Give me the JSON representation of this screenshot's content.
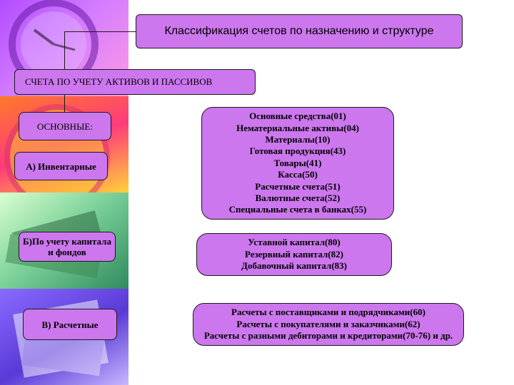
{
  "title": "Классификация счетов по назначению и структуре",
  "main_group": "СЧЕТА ПО УЧЕТУ АКТИВОВ И ПАССИВОВ",
  "left": {
    "basic": "ОСНОВНЫЕ:",
    "inventory": "А) Инвентарные",
    "capital": "Б)По учету капитала и фондов",
    "settlement": "В) Расчетные"
  },
  "right": {
    "inventory_items": [
      "Основные средства(01)",
      "Нематериальные активы(04)",
      "Материалы(10)",
      "Готовая продукция(43)",
      "Товары(41)",
      "Касса(50)",
      "Расчетные счета(51)",
      "Валютные счета(52)",
      "Специальные счета в банках(55)"
    ],
    "capital_items": [
      "Уставной капитал(80)",
      "Резервный капитал(82)",
      "Добавочный капитал(83)"
    ],
    "settlement_items": [
      "Расчеты с поставщиками и подрядчиками(60)",
      "Расчеты с покупателями и заказчиками(62)",
      "Расчеты с разными дебиторами и кредиторами(70-76) и др."
    ]
  }
}
